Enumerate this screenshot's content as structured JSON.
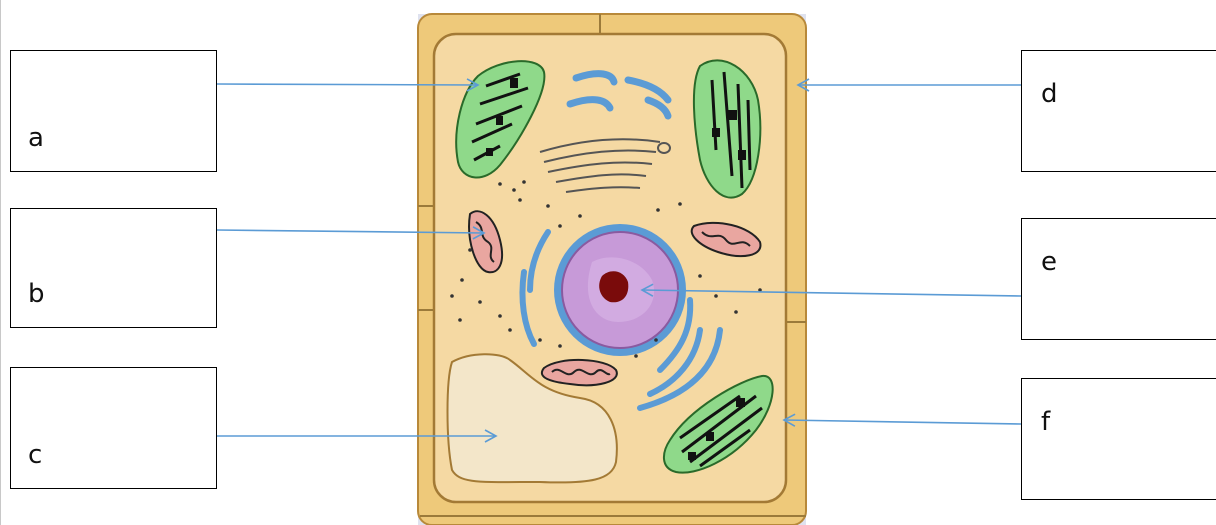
{
  "labels": [
    {
      "id": "a",
      "text": "a"
    },
    {
      "id": "b",
      "text": "b"
    },
    {
      "id": "c",
      "text": "c"
    },
    {
      "id": "d",
      "text": "d"
    },
    {
      "id": "e",
      "text": "e"
    },
    {
      "id": "f",
      "text": "f"
    }
  ],
  "colors": {
    "cell_wall": "#eec97a",
    "cytoplasm": "#f5d9a3",
    "chloroplast": "#8fd98a",
    "vacuole": "#f3e6c9",
    "nucleus": "#c79ad8",
    "nucleolus": "#7a0b0b",
    "membrane_blue": "#5b9bd5",
    "mitochondria": "#e9a6a0",
    "arrow": "#5b9bd5"
  },
  "icons": [
    "plant-cell-diagram"
  ]
}
